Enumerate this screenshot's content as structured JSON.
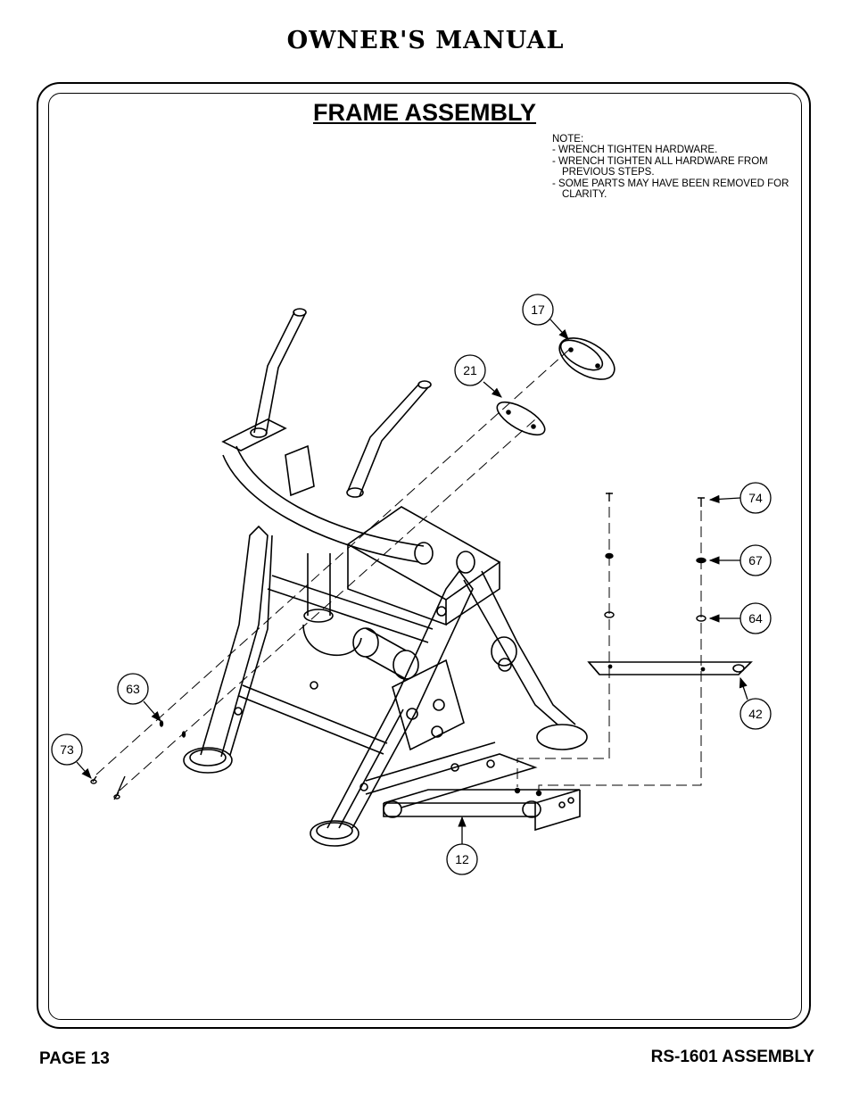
{
  "header": {
    "title": "OWNER'S MANUAL"
  },
  "section": {
    "title": "FRAME ASSEMBLY"
  },
  "note": {
    "heading": "NOTE:",
    "items": [
      "-  WRENCH TIGHTEN HARDWARE.",
      "-  WRENCH TIGHTEN ALL HARDWARE FROM PREVIOUS STEPS.",
      "-  SOME PARTS MAY HAVE BEEN REMOVED FOR CLARITY."
    ]
  },
  "callouts": {
    "c17": "17",
    "c21": "21",
    "c74": "74",
    "c67": "67",
    "c64": "64",
    "c42": "42",
    "c63": "63",
    "c73": "73",
    "c12": "12"
  },
  "footer": {
    "page": "PAGE 13",
    "doc": "RS-1601 ASSEMBLY"
  }
}
